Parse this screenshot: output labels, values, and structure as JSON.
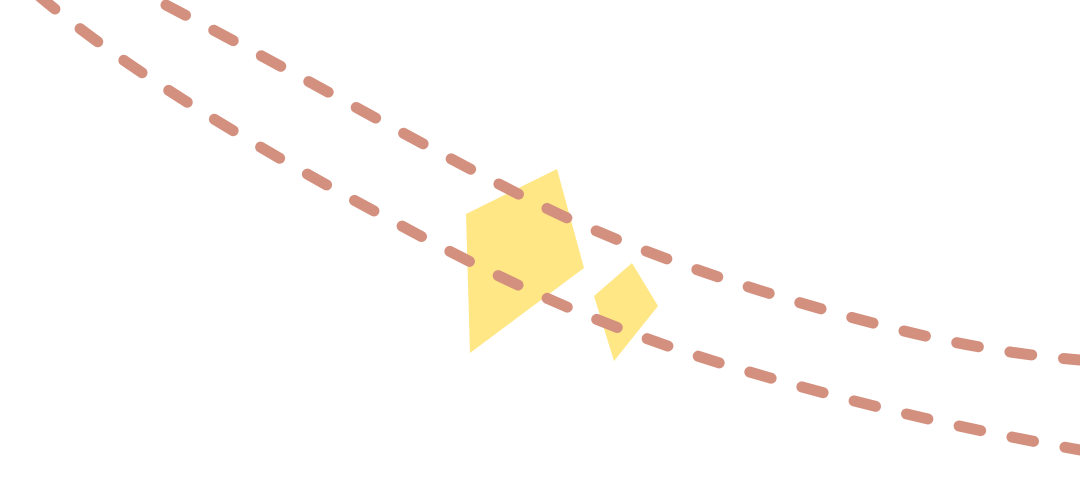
{
  "map": {
    "background_color": "#ffffff",
    "route_color": "#d4907f",
    "polygon_color": "#ffe785",
    "routes": [
      {
        "id": "route-upper",
        "style": "dashed"
      },
      {
        "id": "route-lower",
        "style": "dashed"
      }
    ],
    "areas": [
      {
        "id": "area-large",
        "shape": "polygon"
      },
      {
        "id": "area-small",
        "shape": "polygon"
      }
    ]
  }
}
